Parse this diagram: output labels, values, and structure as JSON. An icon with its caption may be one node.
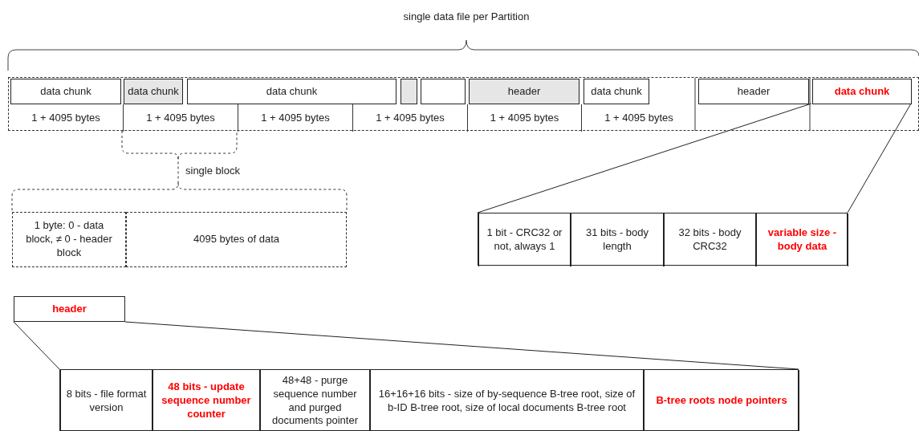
{
  "diagram": {
    "nodes": [
      {
        "text": [],
        "shape": "box"
      },
      {
        "text": [
          "data chunk"
        ],
        "in": 0
      },
      {
        "text": [
          "data chunk"
        ],
        "in": 0
      },
      {
        "text": [
          "data chunk"
        ],
        "in": 0
      },
      {
        "text": [],
        "shape": "box",
        "in": 0
      },
      {
        "text": [],
        "shape": "box",
        "in": 0
      },
      {
        "text": [
          "header"
        ],
        "in": 0
      },
      {
        "text": [
          "data chunk"
        ],
        "in": 0
      },
      {
        "text": [
          "header"
        ],
        "in": 0
      },
      {
        "text": [
          "data chunk"
        ],
        "in": 0
      },
      {
        "text": [
          "1 + 4095 bytes"
        ],
        "in": 0
      },
      {
        "text": [
          "1 + 4095 bytes"
        ],
        "in": 0
      },
      {
        "text": [
          "1 + 4095 bytes"
        ],
        "in": 0
      },
      {
        "text": [
          "1 + 4095 bytes"
        ],
        "in": 0
      },
      {
        "text": [
          "1 + 4095 bytes"
        ],
        "in": 0
      },
      {
        "text": [
          "1 + 4095 bytes"
        ],
        "in": 0
      },
      {
        "text": [
          "1 byte: 0 - data block, ≠ 0 - header block"
        ]
      },
      {
        "text": [
          "4095 bytes of data"
        ]
      },
      {
        "text": [],
        "shape": "box"
      },
      {
        "text": [
          "1 bit - CRC32 or not, always 1"
        ],
        "in": 18
      },
      {
        "text": [
          "31 bits - body length"
        ],
        "in": 18
      },
      {
        "text": [
          "32 bits - body CRC32"
        ],
        "in": 18
      },
      {
        "text": [
          "variable size - body data"
        ],
        "in": 18
      },
      {
        "text": [
          "header"
        ]
      },
      {
        "text": [],
        "shape": "box"
      },
      {
        "text": [
          "8 bits - file format version"
        ],
        "in": 24
      },
      {
        "text": [
          "48 bits - update sequence number counter"
        ],
        "in": 24
      },
      {
        "text": [
          "48+48 - purge sequence number and purged documents pointer"
        ],
        "in": 24
      },
      {
        "text": [
          "16+16+16 bits - size of by-sequence B-tree root, size of b-ID B-tree root, size of local documents B-tree root"
        ],
        "in": 24
      },
      {
        "text": [
          "B-tree roots node pointers"
        ],
        "in": 24
      }
    ],
    "edges": [
      {
        "from": 9,
        "to": 18,
        "arrow": "none"
      },
      {
        "from": 9,
        "to": 18,
        "arrow": "none"
      },
      {
        "from": 23,
        "to": 24,
        "arrow": "none"
      },
      {
        "from": 23,
        "to": 24,
        "arrow": "none"
      }
    ],
    "labels": [
      "single data file per Partition",
      "single block"
    ]
  }
}
